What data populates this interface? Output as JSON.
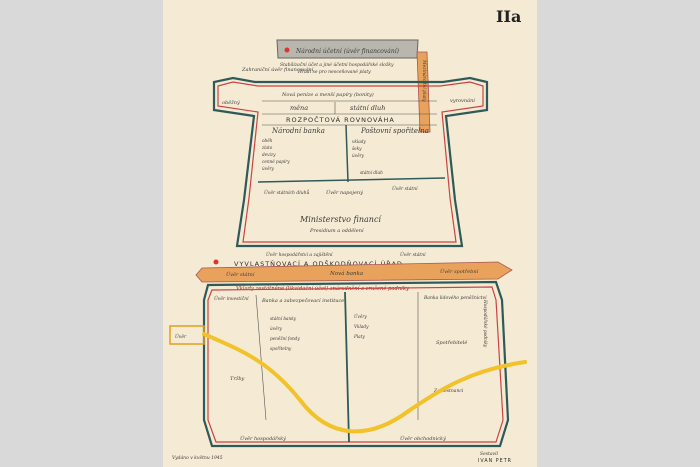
{
  "page_label": "IIa",
  "top_band": "Národní účetní (úvěr financování)",
  "top_note_1": "Stabilizační účet a jiné účetní hospodářské složky",
  "top_note_2": "Hradí se pro neoceňované platy",
  "left_side_note": "Zahraniční úvěr financování",
  "right_vertical": "Mezinárodní platy",
  "paper_band": "Nová peníze a menší papíry (bonity)",
  "left_arm": "oběžný",
  "right_arm": "vyrovnání",
  "mena": "měna",
  "statni_dluh": "státní dluh",
  "rozpoctova": "ROZPOČTOVÁ ROVNOVÁHA",
  "narodni_banka": "Národní banka",
  "postovni_sporitelna": "Poštovní spořitelna",
  "nb_notes": [
    "oběh",
    "zlato",
    "devizy",
    "cenné papíry",
    "úvěry"
  ],
  "ps_notes": [
    "vklady",
    "šeky",
    "úvěry"
  ],
  "mid_note_1": "státní dluh",
  "mid_note_2": "Úvěr napojený",
  "mid_note_3": "Úvěr státních dluhů",
  "mid_note_4": "Úvěr státní",
  "ministerstvo": "Ministerstvo financí",
  "ministerstvo_sub": "Presidium a oddělení",
  "bottom_note_left": "Úvěr hospodářství a zajištění",
  "bottom_note_right": "Úvěr státní",
  "vyvlastnovaci": "VYVLASTŇOVACÍ A ODŠKODŇOVACÍ ÚŘAD",
  "orange_band_left": "Úvěr státní",
  "orange_band_mid": "Nová banka",
  "orange_band_right": "Úvěr spotřební",
  "red_band": "Vklady zestátněné (likvidační účet) znárodnění a zrušené podniky",
  "skirt_left_top": "Úvěr investiční",
  "skirt_mid_title": "Banka a zabezpečovací instituce",
  "skirt_mid_notes": [
    "státní banky",
    "úvěry",
    "peněžní fondy",
    "spořitelny"
  ],
  "skirt_right_top": "Banka lidového peněžnictví",
  "skirt_right_notes": [
    "Úvěry",
    "Vklady",
    "Platy"
  ],
  "left_box": "Úvěr",
  "skirt_left_bottom": "Tržby",
  "spotrebni": "Spotřebitelé",
  "right_small": "Zaměstnanci",
  "right_vertical_lower": "Hospodářské podniky",
  "bottom_left_band": "Úvěr hospodářský",
  "bottom_right_band": "Úvěr obchodnický",
  "footer_date": "Vydáno v květnu 1945",
  "author_label": "Sestavil",
  "author_name": "IVAN PETR"
}
